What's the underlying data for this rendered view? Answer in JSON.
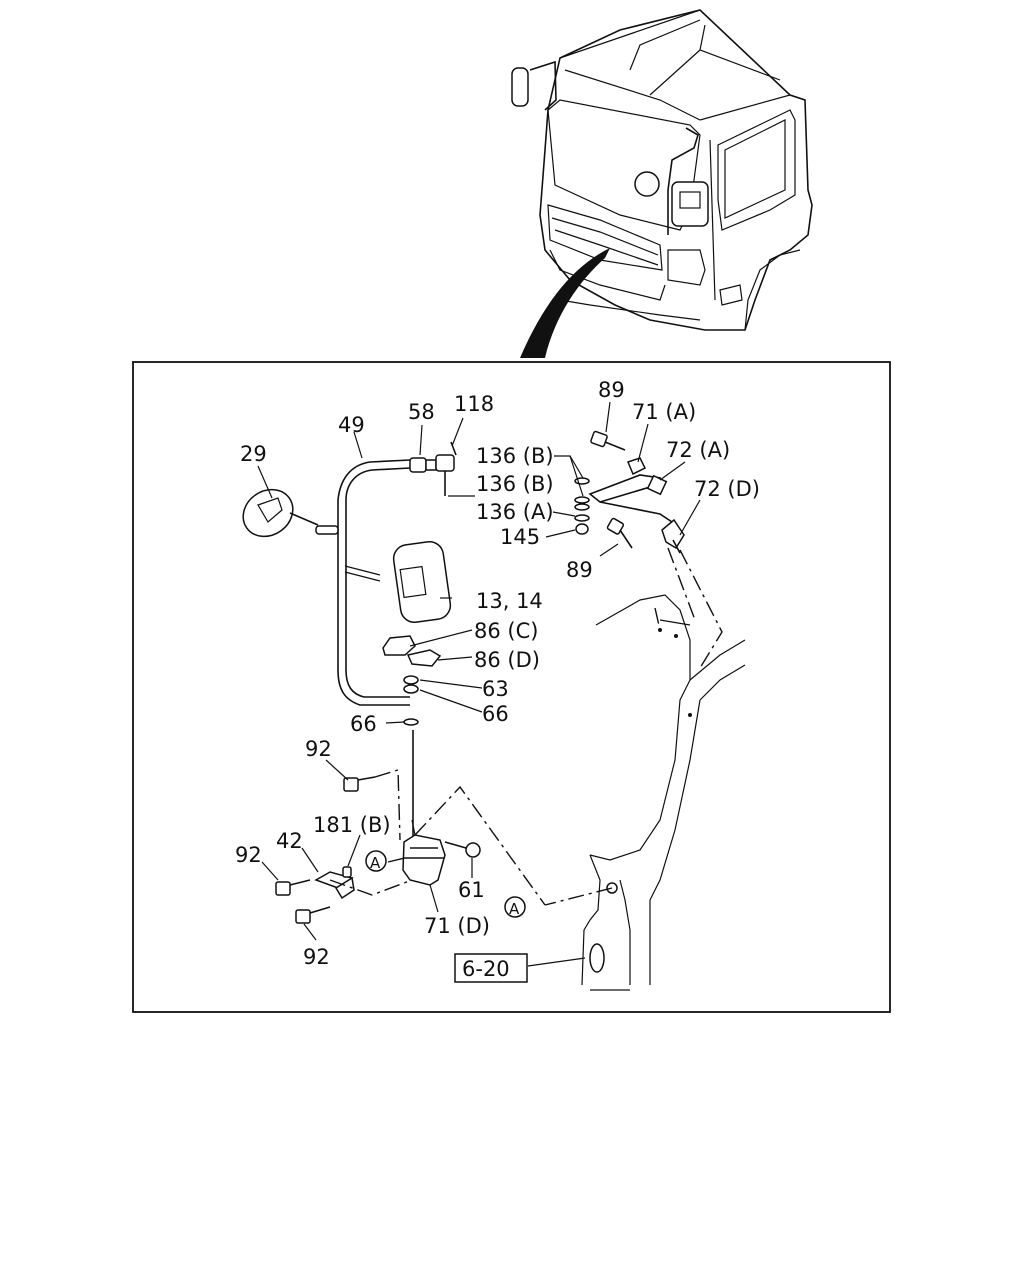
{
  "labels": {
    "l29": "29",
    "l49": "49",
    "l58": "58",
    "l118": "118",
    "l89a": "89",
    "l71a": "71 (A)",
    "l136b1": "136 (B)",
    "l72a": "72 (A)",
    "l136b2": "136 (B)",
    "l72d": "72 (D)",
    "l136a": "136 (A)",
    "l145": "145",
    "l89b": "89",
    "l1314": "13, 14",
    "l86c": "86 (C)",
    "l86d": "86 (D)",
    "l63": "63",
    "l66a": "66",
    "l66b": "66",
    "l92a": "92",
    "l181b": "181 (B)",
    "l42": "42",
    "l92b": "92",
    "l61": "61",
    "l71d": "71 (D)",
    "l92c": "92",
    "ref620": "6-20",
    "calloutA1": "A",
    "calloutA2": "A"
  },
  "icons": [
    "truck-cab-illustration",
    "mirror-assembly",
    "bracket",
    "bolt",
    "washer",
    "nut"
  ]
}
